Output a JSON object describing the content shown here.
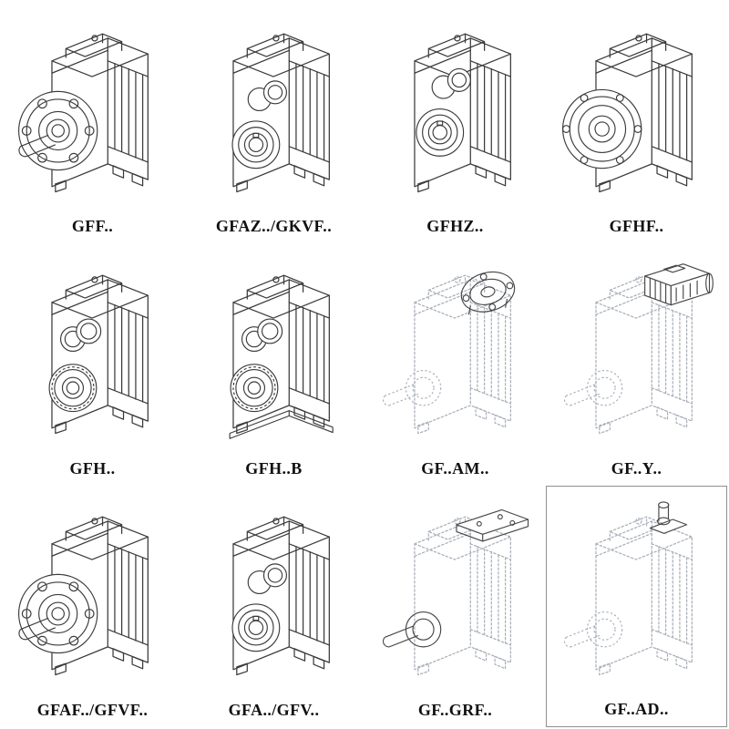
{
  "page": {
    "background": "#ffffff",
    "line_color": "#3b3b3b",
    "faint_line_color": "#a9afb9",
    "label_color": "#101010"
  },
  "catalog": {
    "cells": [
      {
        "label": "GFF..",
        "drawing_style": "solid",
        "variant": "output-flange-with-shaft"
      },
      {
        "label": "GFAZ../GKVF..",
        "drawing_style": "solid",
        "variant": "hollow-output-shaft"
      },
      {
        "label": "GFHZ..",
        "drawing_style": "solid",
        "variant": "hollow-shaft-shrink-disc"
      },
      {
        "label": "GFHF..",
        "drawing_style": "solid",
        "variant": "output-flange"
      },
      {
        "label": "GFH..",
        "drawing_style": "solid",
        "variant": "foot-mounted"
      },
      {
        "label": "GFH..B",
        "drawing_style": "solid",
        "variant": "foot-mounted-base-plate"
      },
      {
        "label": "GF..AM..",
        "drawing_style": "dashed",
        "variant": "iec-motor-adapter-flange"
      },
      {
        "label": "GF..Y..",
        "drawing_style": "dashed",
        "variant": "motor-mounted"
      },
      {
        "label": "GFAF../GFVF..",
        "drawing_style": "solid",
        "variant": "output-flange-with-shaft"
      },
      {
        "label": "GFA../GFV..",
        "drawing_style": "solid",
        "variant": "hollow-output-shaft"
      },
      {
        "label": "GF..GRF..",
        "drawing_style": "dashed",
        "variant": "top-mounting-plate"
      },
      {
        "label": "GF..AD..",
        "drawing_style": "dashed",
        "variant": "input-shaft-adapter",
        "boxed": true
      }
    ]
  }
}
